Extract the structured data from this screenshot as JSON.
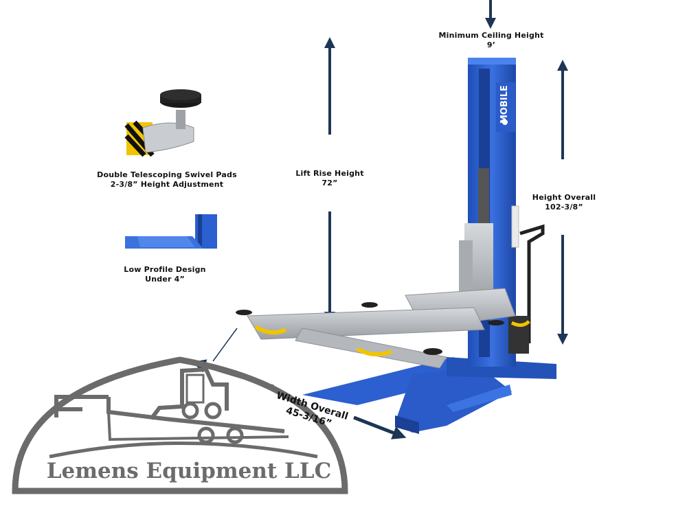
{
  "labels": {
    "min_ceiling": {
      "title": "Minimum Ceiling Height",
      "value": "9’"
    },
    "lift_rise": {
      "title": "Lift Rise Height",
      "value": "72”"
    },
    "height_overall": {
      "title": "Height Overall",
      "value": "102-3/8”"
    },
    "swivel_pads": {
      "title": "Double Telescoping Swivel Pads",
      "value": "2-3/8” Height Adjustment"
    },
    "low_profile": {
      "title": "Low Profile Design",
      "value": "Under 4”"
    },
    "width_overall": {
      "title": "Width Overall",
      "value": "45-3/16”"
    }
  },
  "column_brand": "MOBILE",
  "watermark": {
    "company": "Lemens Equipment LLC"
  },
  "colors": {
    "arrow": "#1d3655",
    "lift_blue": "#2c5fcf",
    "arm_gray": "#b9bdc2",
    "watermark_gray": "#6b6b6b",
    "yellow": "#f2c400"
  }
}
